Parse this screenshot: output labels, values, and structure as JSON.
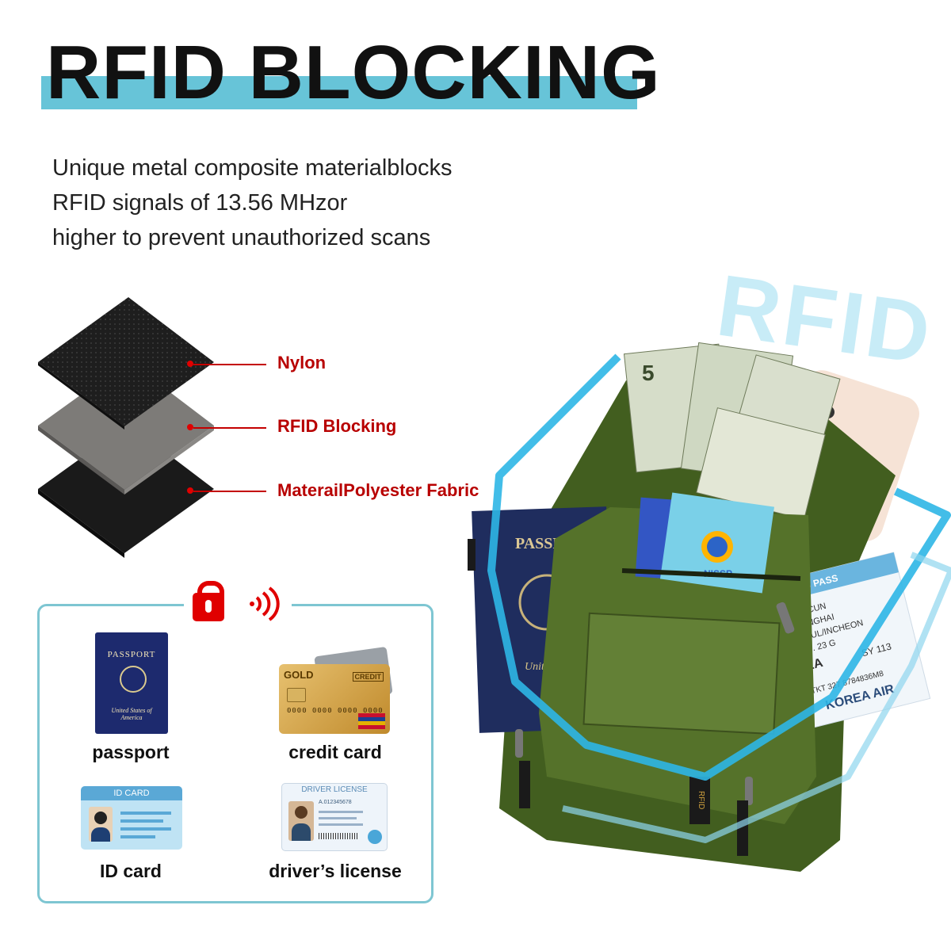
{
  "header": {
    "title": "RFID BLOCKING",
    "description": [
      "Unique metal composite materialblocks",
      "RFID signals of 13.56 MHzor",
      "higher to prevent unauthorized scans"
    ]
  },
  "layers": [
    {
      "label": "Nylon",
      "color": "#1e1e1e"
    },
    {
      "label": "RFID Blocking",
      "color": "#7d7b78"
    },
    {
      "label": "MaterailPolyester Fabric",
      "color": "#1a1a1a"
    }
  ],
  "protected_items": [
    {
      "label": "passport",
      "icon": "passport-icon"
    },
    {
      "label": "credit card",
      "icon": "credit-card-icon"
    },
    {
      "label": "ID card",
      "icon": "id-card-icon"
    },
    {
      "label": "driver’s license",
      "icon": "driver-license-icon"
    }
  ],
  "icons": {
    "passport_text": "PASSPORT",
    "passport_country": "United States of America",
    "card_gold": "GOLD",
    "card_credit": "CREDIT",
    "card_numbers": "0000 0000 0000 0000",
    "id_card_title": "ID CARD",
    "license_title": "DRIVER LICENSE",
    "license_number": "A.012345678"
  },
  "product": {
    "watermark": "RFID",
    "passport_text": "PASSPORT",
    "passport_partial": "Unit of",
    "card_brand": "NISSP",
    "boarding_pass_header": "RDING PASS",
    "boarding_pass_lines": [
      "LI/FUCUN",
      "SHANGHAI",
      "SEOUL/INCHEON",
      "23 ... 23 G"
    ],
    "boarding_pass_flight": "32A",
    "boarding_pass_flightno": "SY 113",
    "boarding_pass_etkt": "ETKT 327 8784836M8",
    "boarding_pass_airline": "KOREA AIR",
    "tag_text": "RFID",
    "bill_value": "5"
  },
  "colors": {
    "accent": "#67c4d8",
    "leader_red": "#c40000",
    "label_red": "#b80000",
    "panel_border": "#7ec6d2",
    "wallet_green": "#4f6b28",
    "shield_blue": "#2db6e6"
  }
}
